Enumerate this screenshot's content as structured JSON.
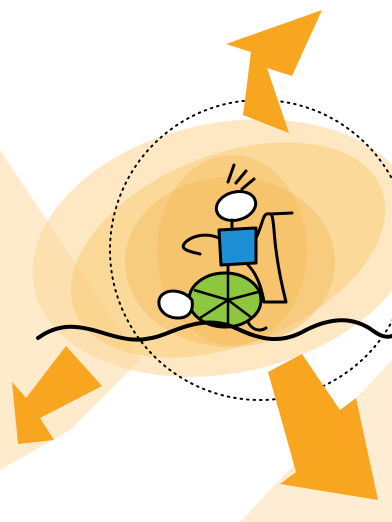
{
  "illustration": {
    "colors": {
      "background": "#ffffff",
      "glow_outer": "#fde7c3",
      "glow_light": "#fbd99b",
      "glow_mid": "#f8c970",
      "glow_core": "#f6bd5e",
      "arrow": "#f8a51f",
      "figure_stroke": "#000000",
      "head_fill": "#ffffff",
      "body_fill": "#1e8fd5",
      "turtle_shell": "#8dc63f",
      "wave": "#000000",
      "dotted_circle": "#000000"
    },
    "elements": [
      "glow-background",
      "dotted-circle",
      "arrow-up",
      "arrow-down-left",
      "arrow-down-right",
      "stick-figure",
      "turtle",
      "wave-line"
    ]
  }
}
